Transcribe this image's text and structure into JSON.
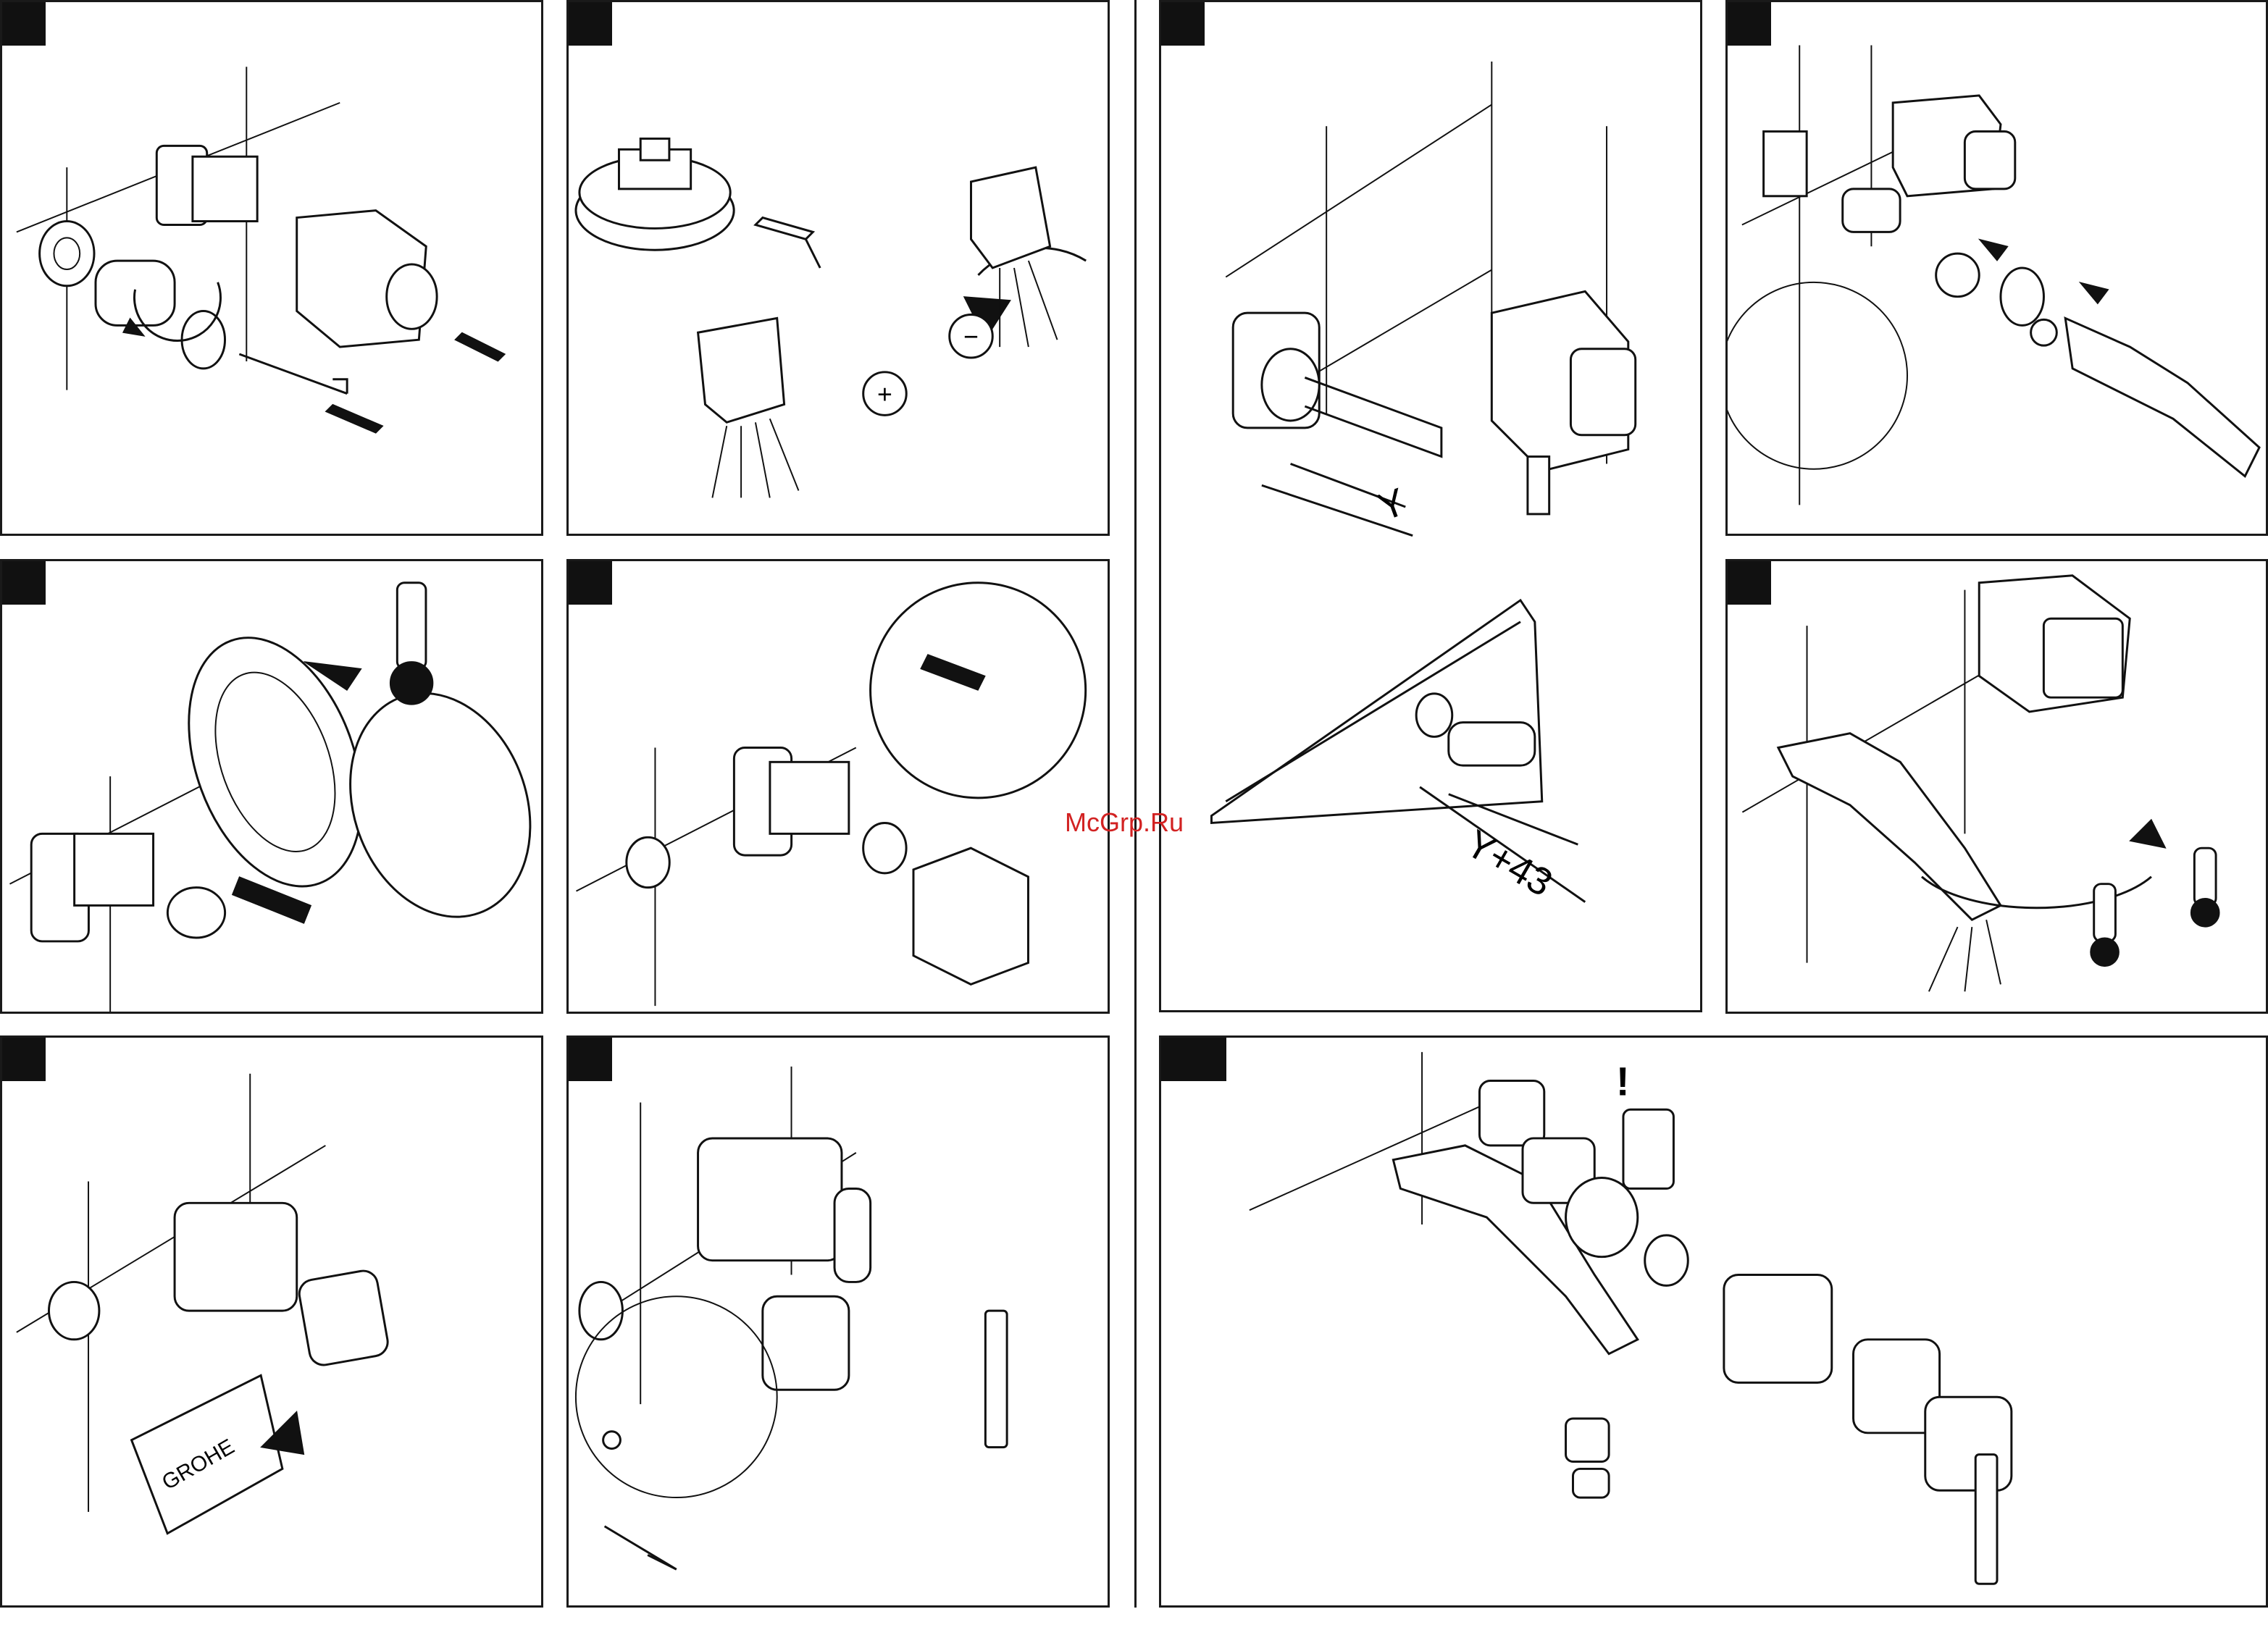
{
  "watermark": "McGrp.Ru",
  "labels": {
    "plus": "+",
    "minus": "−",
    "dim_y": "Y",
    "dim_y43": "Y+43",
    "exclamation": "!",
    "brand": "GROHE"
  },
  "colors": {
    "line": "#111111",
    "watermark": "#d22222",
    "tab": "#111111"
  }
}
